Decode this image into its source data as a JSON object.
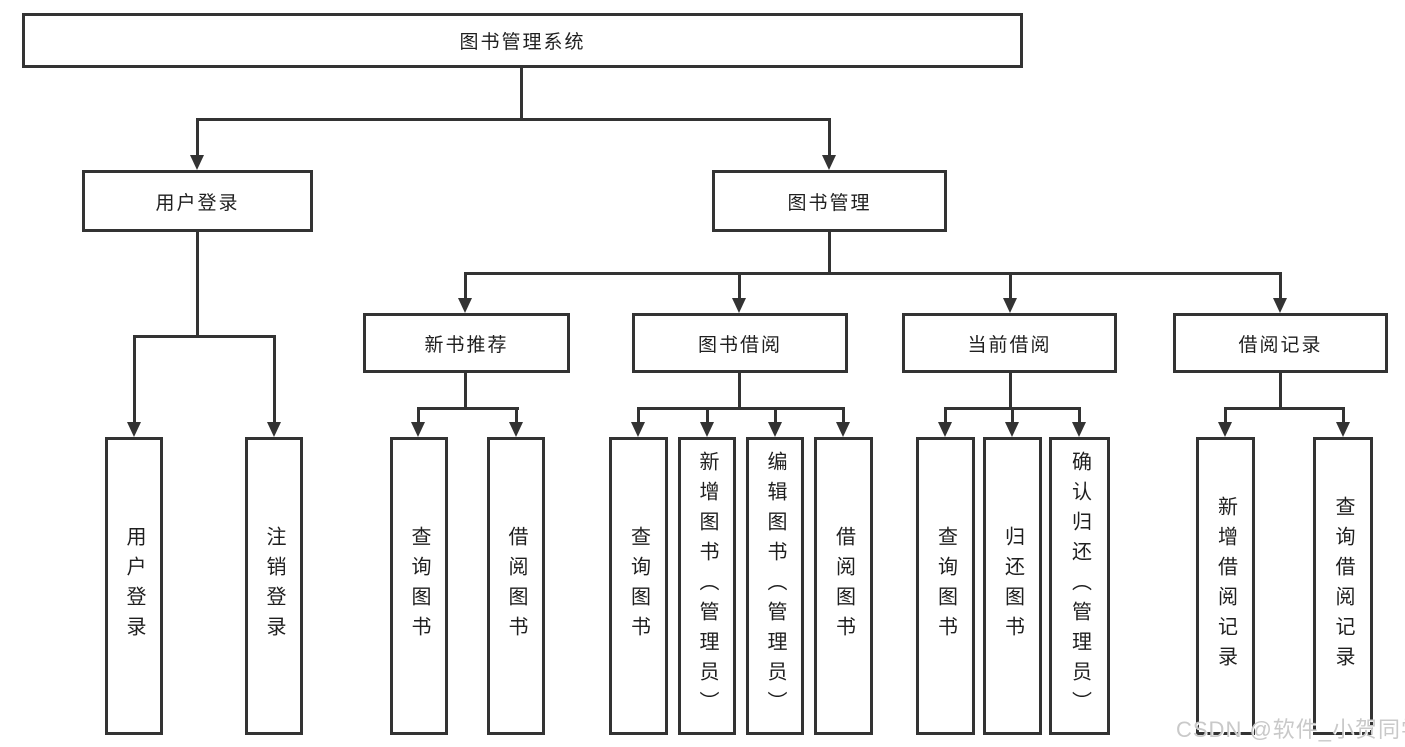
{
  "tree": {
    "label": "图书管理系统",
    "children": [
      {
        "label": "用户登录",
        "children": [
          {
            "label": "用户登录"
          },
          {
            "label": "注销登录"
          }
        ]
      },
      {
        "label": "图书管理",
        "children": [
          {
            "label": "新书推荐",
            "children": [
              {
                "label": "查询图书"
              },
              {
                "label": "借阅图书"
              }
            ]
          },
          {
            "label": "图书借阅",
            "children": [
              {
                "label": "查询图书"
              },
              {
                "label": "新增图书（管理员）"
              },
              {
                "label": "编辑图书（管理员）"
              },
              {
                "label": "借阅图书"
              }
            ]
          },
          {
            "label": "当前借阅",
            "children": [
              {
                "label": "查询图书"
              },
              {
                "label": "归还图书"
              },
              {
                "label": "确认归还（管理员）"
              }
            ]
          },
          {
            "label": "借阅记录",
            "children": [
              {
                "label": "新增借阅记录"
              },
              {
                "label": "查询借阅记录"
              }
            ]
          }
        ]
      }
    ]
  },
  "watermark": "CSDN @软件_小贺同学",
  "colors": {
    "line": "#333333",
    "text": "#1f1f1f",
    "watermark": "#c9c9c9",
    "background": "#ffffff"
  }
}
